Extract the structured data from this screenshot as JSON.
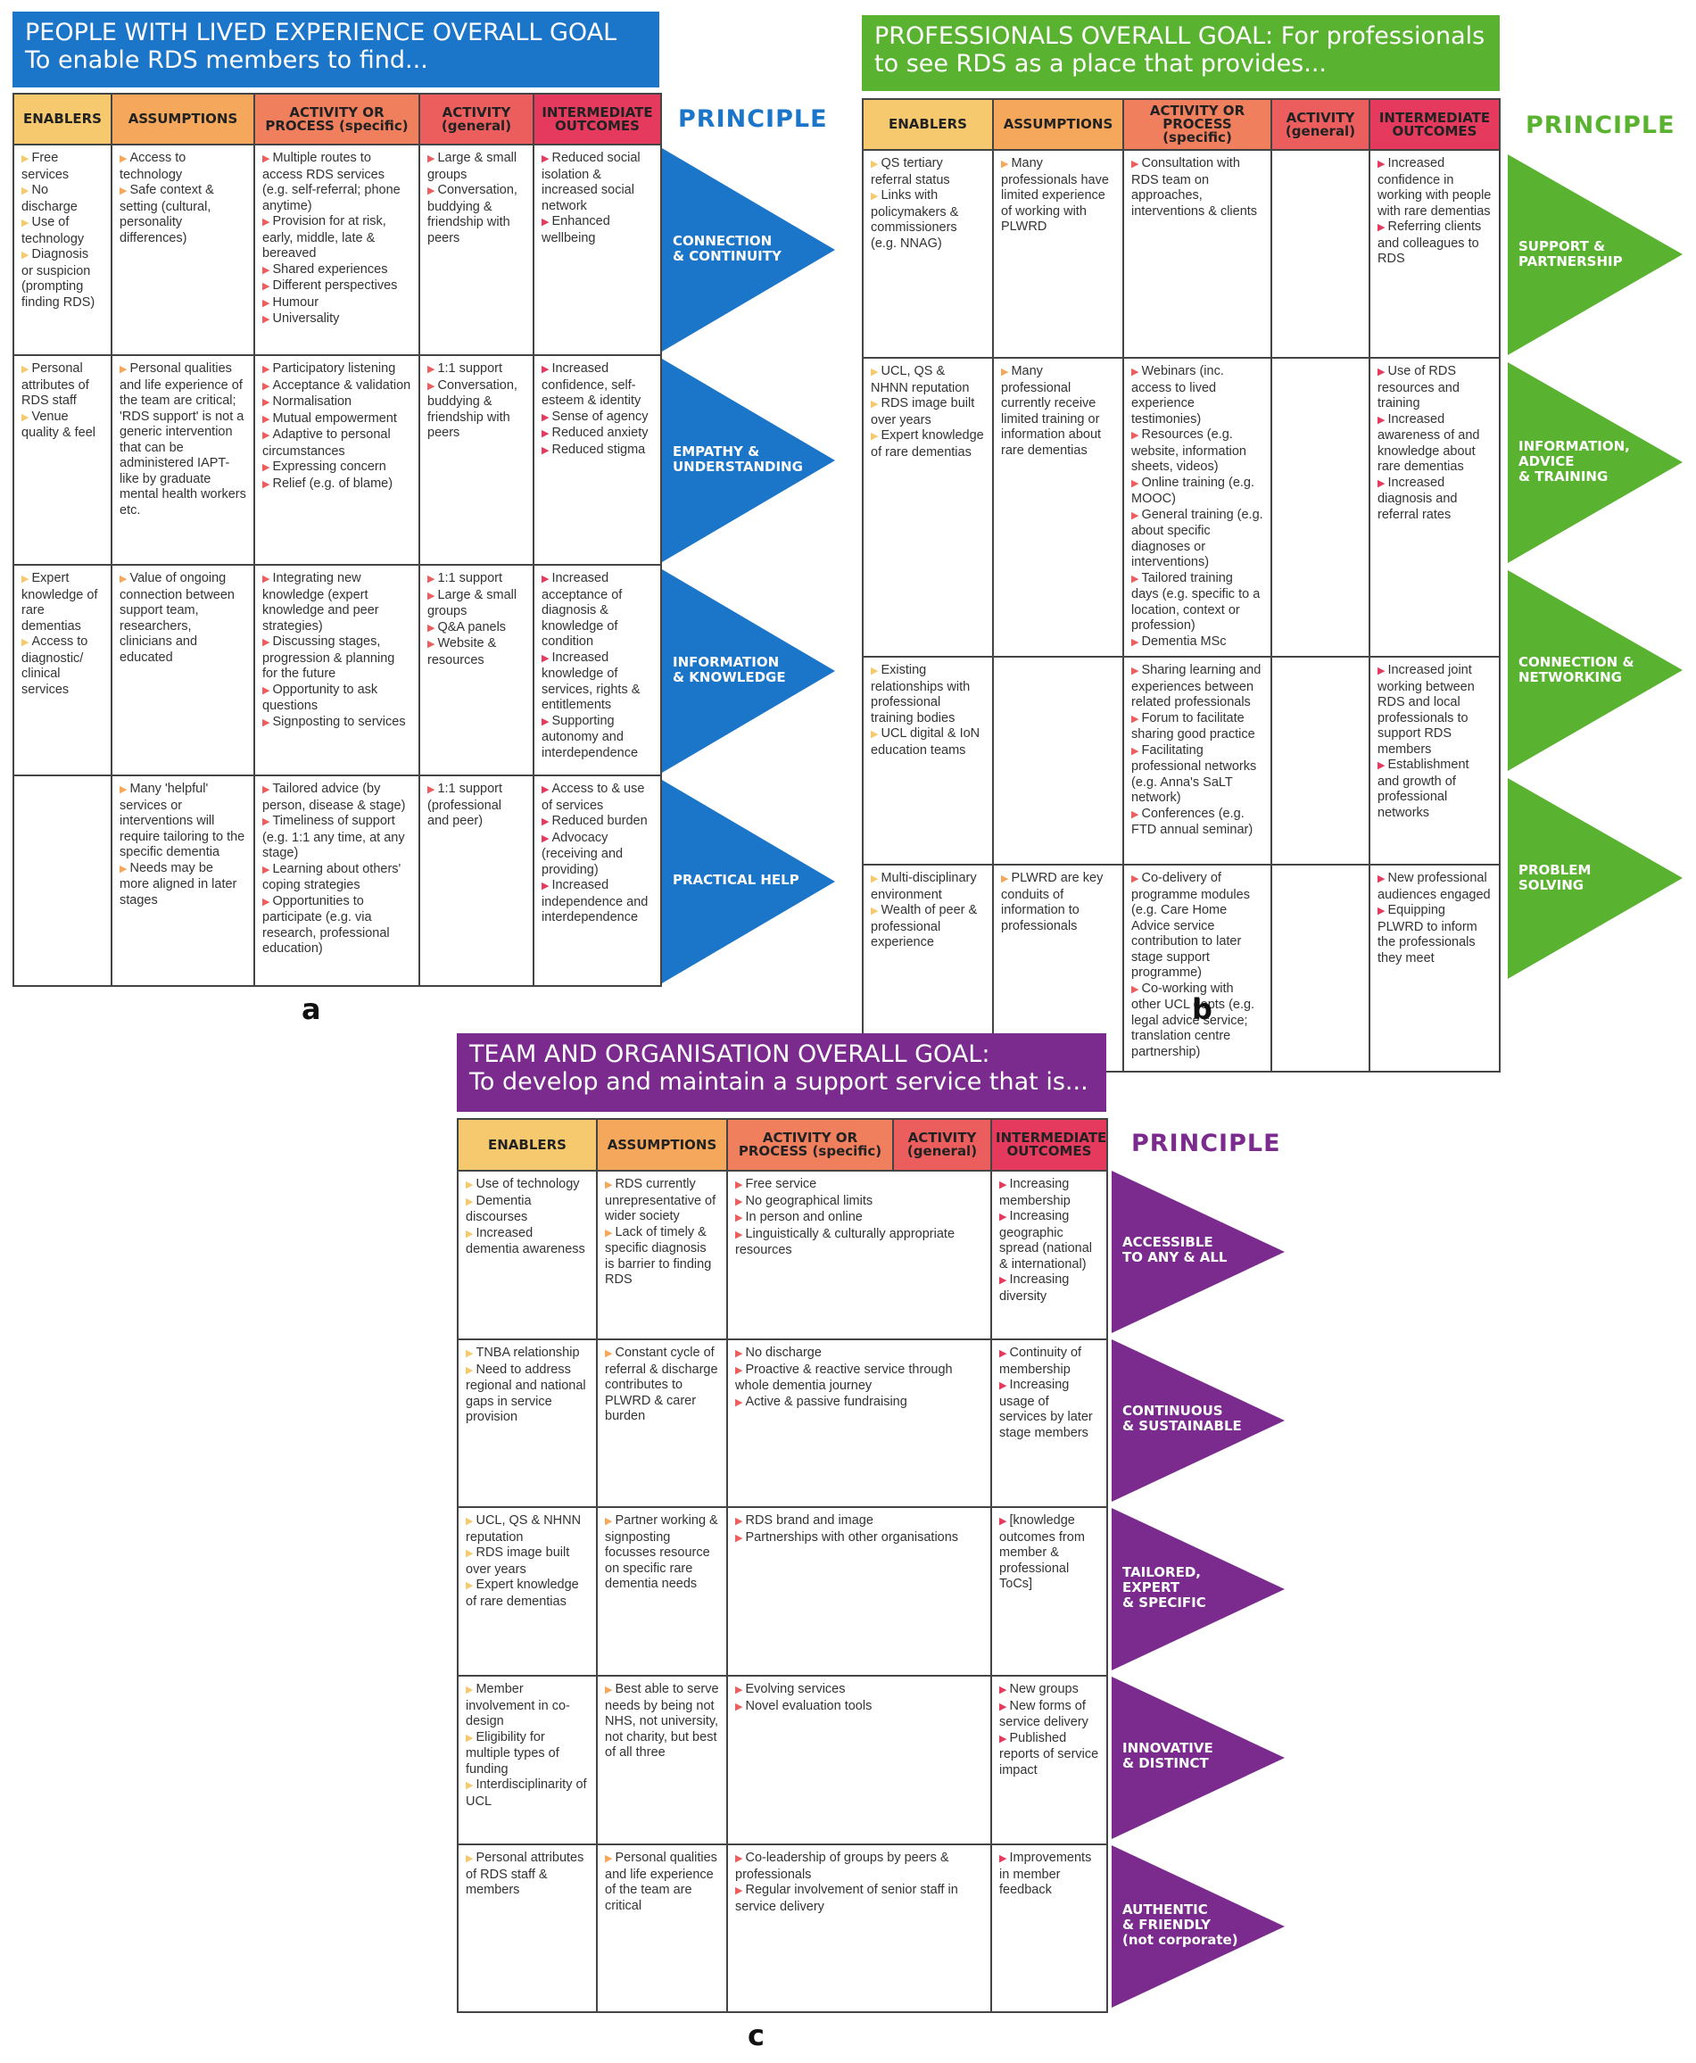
{
  "colors": {
    "panel_a": "#1b75c9",
    "panel_b": "#5ab330",
    "panel_c": "#7b2a8e",
    "enablers": "#f6c96e",
    "assumptions": "#f5a85c",
    "activity_specific": "#f07f5e",
    "activity_general": "#ec5e5e",
    "outcomes": "#e53a5e"
  },
  "principle_label": "PRINCIPLE",
  "panels": [
    {
      "id": "a",
      "letter": "a",
      "goal": "PEOPLE WITH LIVED EXPERIENCE OVERALL GOAL\nTo enable RDS members to find...",
      "headers": [
        "ENABLERS",
        "ASSUMPTIONS",
        "ACTIVITY OR\nPROCESS (specific)",
        "ACTIVITY\n(general)",
        "INTERMEDIATE\nOUTCOMES"
      ],
      "rows": [
        {
          "principle": "CONNECTION\n& CONTINUITY",
          "cells": [
            [
              "Free services",
              "No discharge",
              "Use of technology",
              "Diagnosis or suspicion (prompting finding RDS)"
            ],
            [
              "Access to technology",
              "Safe context & setting (cultural, personality differences)"
            ],
            [
              "Multiple routes to access RDS services (e.g. self-referral; phone anytime)",
              "Provision for at risk, early, middle, late & bereaved",
              "Shared experiences",
              "Different perspectives",
              "Humour",
              "Universality"
            ],
            [
              "Large & small groups",
              "Conversation, buddying & friendship with peers"
            ],
            [
              "Reduced social isolation & increased social network",
              "Enhanced wellbeing"
            ]
          ]
        },
        {
          "principle": "EMPATHY &\nUNDERSTANDING",
          "cells": [
            [
              "Personal attributes of RDS staff",
              "Venue quality & feel"
            ],
            [
              "Personal qualities and life experience of the team are critical; 'RDS support' is not a generic intervention that can be administered IAPT-like by graduate mental health workers etc."
            ],
            [
              "Participatory listening",
              "Acceptance & validation",
              "Normalisation",
              "Mutual empowerment",
              "Adaptive to personal circumstances",
              "Expressing concern",
              "Relief (e.g. of blame)"
            ],
            [
              "1:1 support",
              "Conversation, buddying & friendship with peers"
            ],
            [
              "Increased confidence, self-esteem & identity",
              "Sense of agency",
              "Reduced anxiety",
              "Reduced stigma"
            ]
          ]
        },
        {
          "principle": "INFORMATION\n& KNOWLEDGE",
          "cells": [
            [
              "Expert knowledge of rare dementias",
              "Access to diagnostic/ clinical services"
            ],
            [
              "Value of ongoing connection between support team, researchers, clinicians and educated"
            ],
            [
              "Integrating new knowledge (expert knowledge and peer strategies)",
              "Discussing stages, progression & planning for the future",
              "Opportunity to ask questions",
              "Signposting to services"
            ],
            [
              "1:1 support",
              "Large & small groups",
              "Q&A panels",
              "Website & resources"
            ],
            [
              "Increased acceptance of diagnosis & knowledge of condition",
              "Increased knowledge of services, rights & entitlements",
              "Supporting autonomy and interdependence"
            ]
          ]
        },
        {
          "principle": "PRACTICAL HELP",
          "cells": [
            [],
            [
              "Many 'helpful' services or interventions will require tailoring to the specific dementia",
              "Needs may be more aligned in later stages"
            ],
            [
              "Tailored advice (by person, disease & stage)",
              "Timeliness of support (e.g. 1:1 any time, at any stage)",
              "Learning about others' coping strategies",
              "Opportunities to participate (e.g. via research, professional education)"
            ],
            [
              "1:1 support (professional and peer)"
            ],
            [
              "Access to & use of services",
              "Reduced burden",
              "Advocacy (receiving and providing)",
              "Increased independence and interdependence"
            ]
          ]
        }
      ]
    },
    {
      "id": "b",
      "letter": "b",
      "goal": "PROFESSIONALS OVERALL GOAL: For professionals\nto see RDS as a place that provides...",
      "headers": [
        "ENABLERS",
        "ASSUMPTIONS",
        "ACTIVITY OR\nPROCESS (specific)",
        "ACTIVITY\n(general)",
        "INTERMEDIATE\nOUTCOMES"
      ],
      "rows": [
        {
          "principle": "SUPPORT &\nPARTNERSHIP",
          "cells": [
            [
              "QS tertiary referral status",
              "Links with policymakers & commissioners (e.g. NNAG)"
            ],
            [
              "Many professionals have limited experience of working with PLWRD"
            ],
            [
              "Consultation with RDS team on approaches, interventions & clients"
            ],
            [],
            [
              "Increased confidence in working with people with rare dementias",
              "Referring clients and colleagues to RDS"
            ]
          ]
        },
        {
          "principle": "INFORMATION,\nADVICE\n& TRAINING",
          "cells": [
            [
              "UCL, QS & NHNN reputation",
              "RDS image built over years",
              "Expert knowledge of rare dementias"
            ],
            [
              "Many professional currently receive limited training or information about rare dementias"
            ],
            [
              "Webinars (inc. access to lived experience testimonies)",
              "Resources (e.g. website, information sheets, videos)",
              "Online training (e.g. MOOC)",
              "General training (e.g. about specific diagnoses or interventions)",
              "Tailored training days (e.g. specific to a location, context or profession)",
              "Dementia MSc"
            ],
            [],
            [
              "Use of RDS resources and training",
              "Increased awareness of and knowledge about rare dementias",
              "Increased diagnosis and referral rates"
            ]
          ]
        },
        {
          "principle": "CONNECTION &\nNETWORKING",
          "cells": [
            [
              "Existing relationships with professional training bodies",
              "UCL digital & IoN education teams"
            ],
            [],
            [
              "Sharing learning and experiences between related professionals",
              "Forum to facilitate sharing good practice",
              "Facilitating professional networks (e.g. Anna's SaLT network)",
              "Conferences (e.g. FTD annual seminar)"
            ],
            [],
            [
              "Increased joint working between RDS and local professionals to support RDS members",
              "Establishment and growth of professional networks"
            ]
          ]
        },
        {
          "principle": "PROBLEM\nSOLVING",
          "cells": [
            [
              "Multi-disciplinary environment",
              "Wealth of peer & professional experience"
            ],
            [
              "PLWRD are key conduits of information to professionals"
            ],
            [
              "Co-delivery of programme modules (e.g. Care Home Advice service contribution to later stage support programme)",
              "Co-working with other UCL depts (e.g. legal advice service; translation centre partnership)"
            ],
            [],
            [
              "New professional audiences engaged",
              "Equipping PLWRD to inform the professionals they meet"
            ]
          ]
        }
      ]
    },
    {
      "id": "c",
      "letter": "c",
      "goal": "TEAM AND ORGANISATION OVERALL GOAL:\nTo develop and maintain a support service that is...",
      "headers": [
        "ENABLERS",
        "ASSUMPTIONS",
        "ACTIVITY OR\nPROCESS (specific)",
        "ACTIVITY\n(general)",
        "INTERMEDIATE\nOUTCOMES"
      ],
      "rows": [
        {
          "principle": "ACCESSIBLE\nTO ANY & ALL",
          "cells": [
            [
              "Use of technology",
              "Dementia discourses",
              "Increased dementia awareness"
            ],
            [
              "RDS currently unrepresentative of wider society",
              "Lack of timely & specific diagnosis is barrier to finding RDS"
            ],
            [
              "Free service",
              "No geographical limits",
              "In person and online",
              "Linguistically & culturally appropriate resources"
            ],
            [
              "Increasing membership",
              "Increasing geographic spread (national & international)",
              "Increasing diversity"
            ]
          ]
        },
        {
          "principle": "CONTINUOUS\n& SUSTAINABLE",
          "cells": [
            [
              "TNBA relationship",
              "Need to address regional and national gaps in service provision"
            ],
            [
              "Constant cycle of referral & discharge contributes to PLWRD & carer burden"
            ],
            [
              "No discharge",
              "Proactive & reactive service through whole dementia journey",
              "Active & passive fundraising"
            ],
            [
              "Continuity of membership",
              "Increasing usage of services by later stage members"
            ]
          ]
        },
        {
          "principle": "TAILORED,\nEXPERT\n& SPECIFIC",
          "cells": [
            [
              "UCL, QS & NHNN reputation",
              "RDS image built over years",
              "Expert knowledge of rare dementias"
            ],
            [
              "Partner working & signposting focusses resource on specific rare dementia needs"
            ],
            [
              "RDS brand and image",
              "Partnerships with other organisations"
            ],
            [
              "[knowledge outcomes from member & professional ToCs]"
            ]
          ]
        },
        {
          "principle": "INNOVATIVE\n& DISTINCT",
          "cells": [
            [
              "Member involvement in co-design",
              "Eligibility for multiple types of funding",
              "Interdisciplinarity of UCL"
            ],
            [
              "Best able to serve needs by being not NHS, not university, not charity, but best of all three"
            ],
            [
              "Evolving services",
              "Novel evaluation tools"
            ],
            [
              "New groups",
              "New forms of service delivery",
              "Published reports of service impact"
            ]
          ]
        },
        {
          "principle": "AUTHENTIC\n& FRIENDLY\n(not corporate)",
          "cells": [
            [
              "Personal attributes of RDS staff & members"
            ],
            [
              "Personal qualities and life experience of the team are critical"
            ],
            [
              "Co-leadership of groups by peers & professionals",
              "Regular involvement of senior staff in service delivery"
            ],
            [
              "Improvements in member feedback"
            ]
          ]
        }
      ]
    }
  ]
}
